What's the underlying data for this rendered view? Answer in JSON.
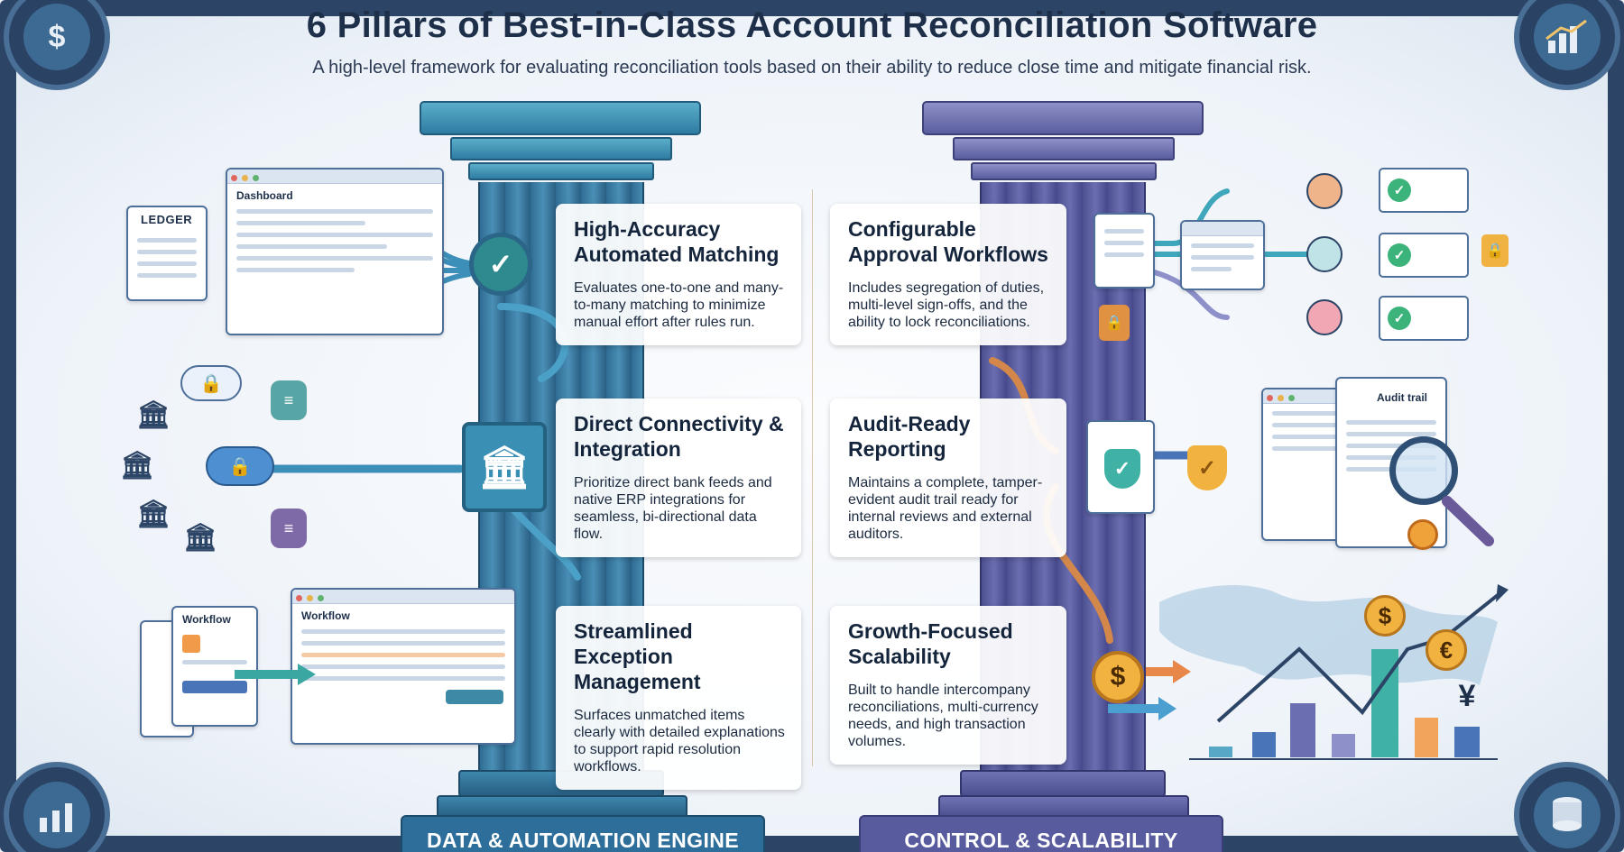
{
  "header": {
    "title": "6 Pillars of Best-in-Class Account Reconciliation Software",
    "subtitle": "A high-level framework for evaluating reconciliation tools based on their ability to reduce close time and mitigate financial risk."
  },
  "pillars": {
    "left": {
      "banner": "DATA & AUTOMATION ENGINE",
      "color": "#2e6e9a",
      "cards": [
        {
          "title": "High-Accuracy Automated Matching",
          "text": "Evaluates one-to-one and many-to-many matching to minimize manual effort after rules run."
        },
        {
          "title": "Direct Connectivity & Integration",
          "text": "Prioritize direct bank feeds and native ERP integrations for seamless, bi-directional data flow."
        },
        {
          "title": "Streamlined Exception Management",
          "text": "Surfaces unmatched items clearly with detailed explanations to support rapid resolution workflows."
        }
      ]
    },
    "right": {
      "banner": "CONTROL & SCALABILITY",
      "color": "#585b9d",
      "cards": [
        {
          "title": "Configurable Approval Workflows",
          "text": "Includes segregation of duties, multi-level sign-offs, and the ability to lock reconciliations."
        },
        {
          "title": "Audit-Ready Reporting",
          "text": "Maintains a complete, tamper-evident audit trail ready for internal reviews and external auditors."
        },
        {
          "title": "Growth-Focused Scalability",
          "text": "Built to handle intercompany reconciliations, multi-currency needs, and high transaction volumes."
        }
      ]
    }
  },
  "illustrations": {
    "ledger_label": "LEDGER",
    "dashboard_label": "Dashboard",
    "workflow_label": "Workflow",
    "workflow_window_label": "Workflow",
    "audit_trail_label": "Audit trail",
    "currencies": [
      "$",
      "€",
      "¥"
    ]
  },
  "icons": {
    "top_left_corner": "dollar-gear-icon",
    "top_right_corner": "growth-chart-icon",
    "bottom_left_corner": "bar-chart-icon",
    "bottom_right_corner": "database-shield-icon"
  }
}
